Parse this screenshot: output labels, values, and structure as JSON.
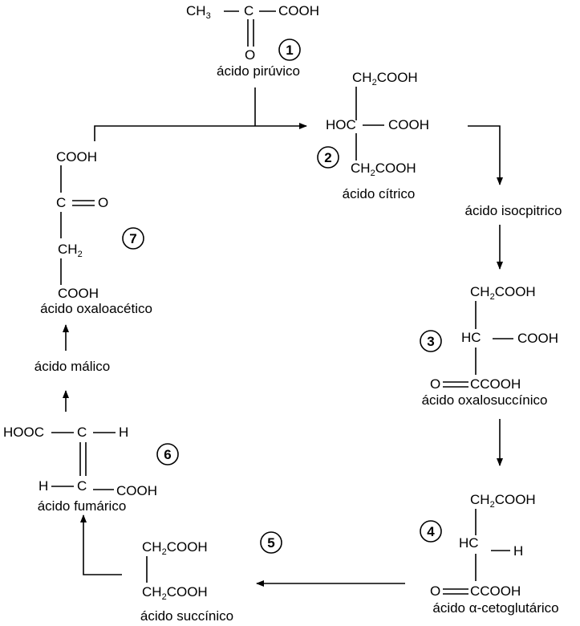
{
  "compounds": {
    "piruvico": {
      "name": "ácido pirúvico",
      "ch3": "CH",
      "ch3_sub": "3",
      "c": "C",
      "o": "O",
      "cooh": "COOH",
      "step": "1"
    },
    "citrico": {
      "name": "ácido cítrico",
      "top_ch2": "CH",
      "top_ch2_sub": "2",
      "top_cooh": "COOH",
      "hoc": "HOC",
      "cooh": "COOH",
      "bottom_ch2": "CH",
      "bottom_ch2_sub": "2",
      "bottom_cooh": "COOH",
      "step": "2"
    },
    "isocitrico": {
      "name": "ácido isocpitrico"
    },
    "oxalosuccinico": {
      "name": "ácido oxalosuccínico",
      "ch2": "CH",
      "ch2_sub": "2",
      "ch2_cooh": "COOH",
      "hc": "HC",
      "cooh": "COOH",
      "o": "O",
      "ccooh": "CCOOH",
      "step": "3"
    },
    "cetoglutarico": {
      "name": "ácido α-cetoglutárico",
      "ch2": "CH",
      "ch2_sub": "2",
      "ch2_cooh": "COOH",
      "hc": "HC",
      "h": "H",
      "o": "O",
      "ccooh": "CCOOH",
      "step": "4"
    },
    "succinico": {
      "name": "ácido succínico",
      "top_ch2": "CH",
      "top_ch2_sub": "2",
      "top_cooh": "COOH",
      "bottom_ch2": "CH",
      "bottom_ch2_sub": "2",
      "bottom_cooh": "COOH",
      "step": "5"
    },
    "fumarico": {
      "name": "ácido fumárico",
      "hooc": "HOOC",
      "c_top": "C",
      "h_right": "H",
      "h_left": "H",
      "c_bottom": "C",
      "cooh": "COOH",
      "step": "6"
    },
    "malico": {
      "name": "ácido málico"
    },
    "oxaloacetico": {
      "name": "ácido oxaloacético",
      "cooh_top": "COOH",
      "c": "C",
      "o": "O",
      "ch2": "CH",
      "ch2_sub": "2",
      "cooh_bottom": "COOH",
      "step": "7"
    }
  }
}
